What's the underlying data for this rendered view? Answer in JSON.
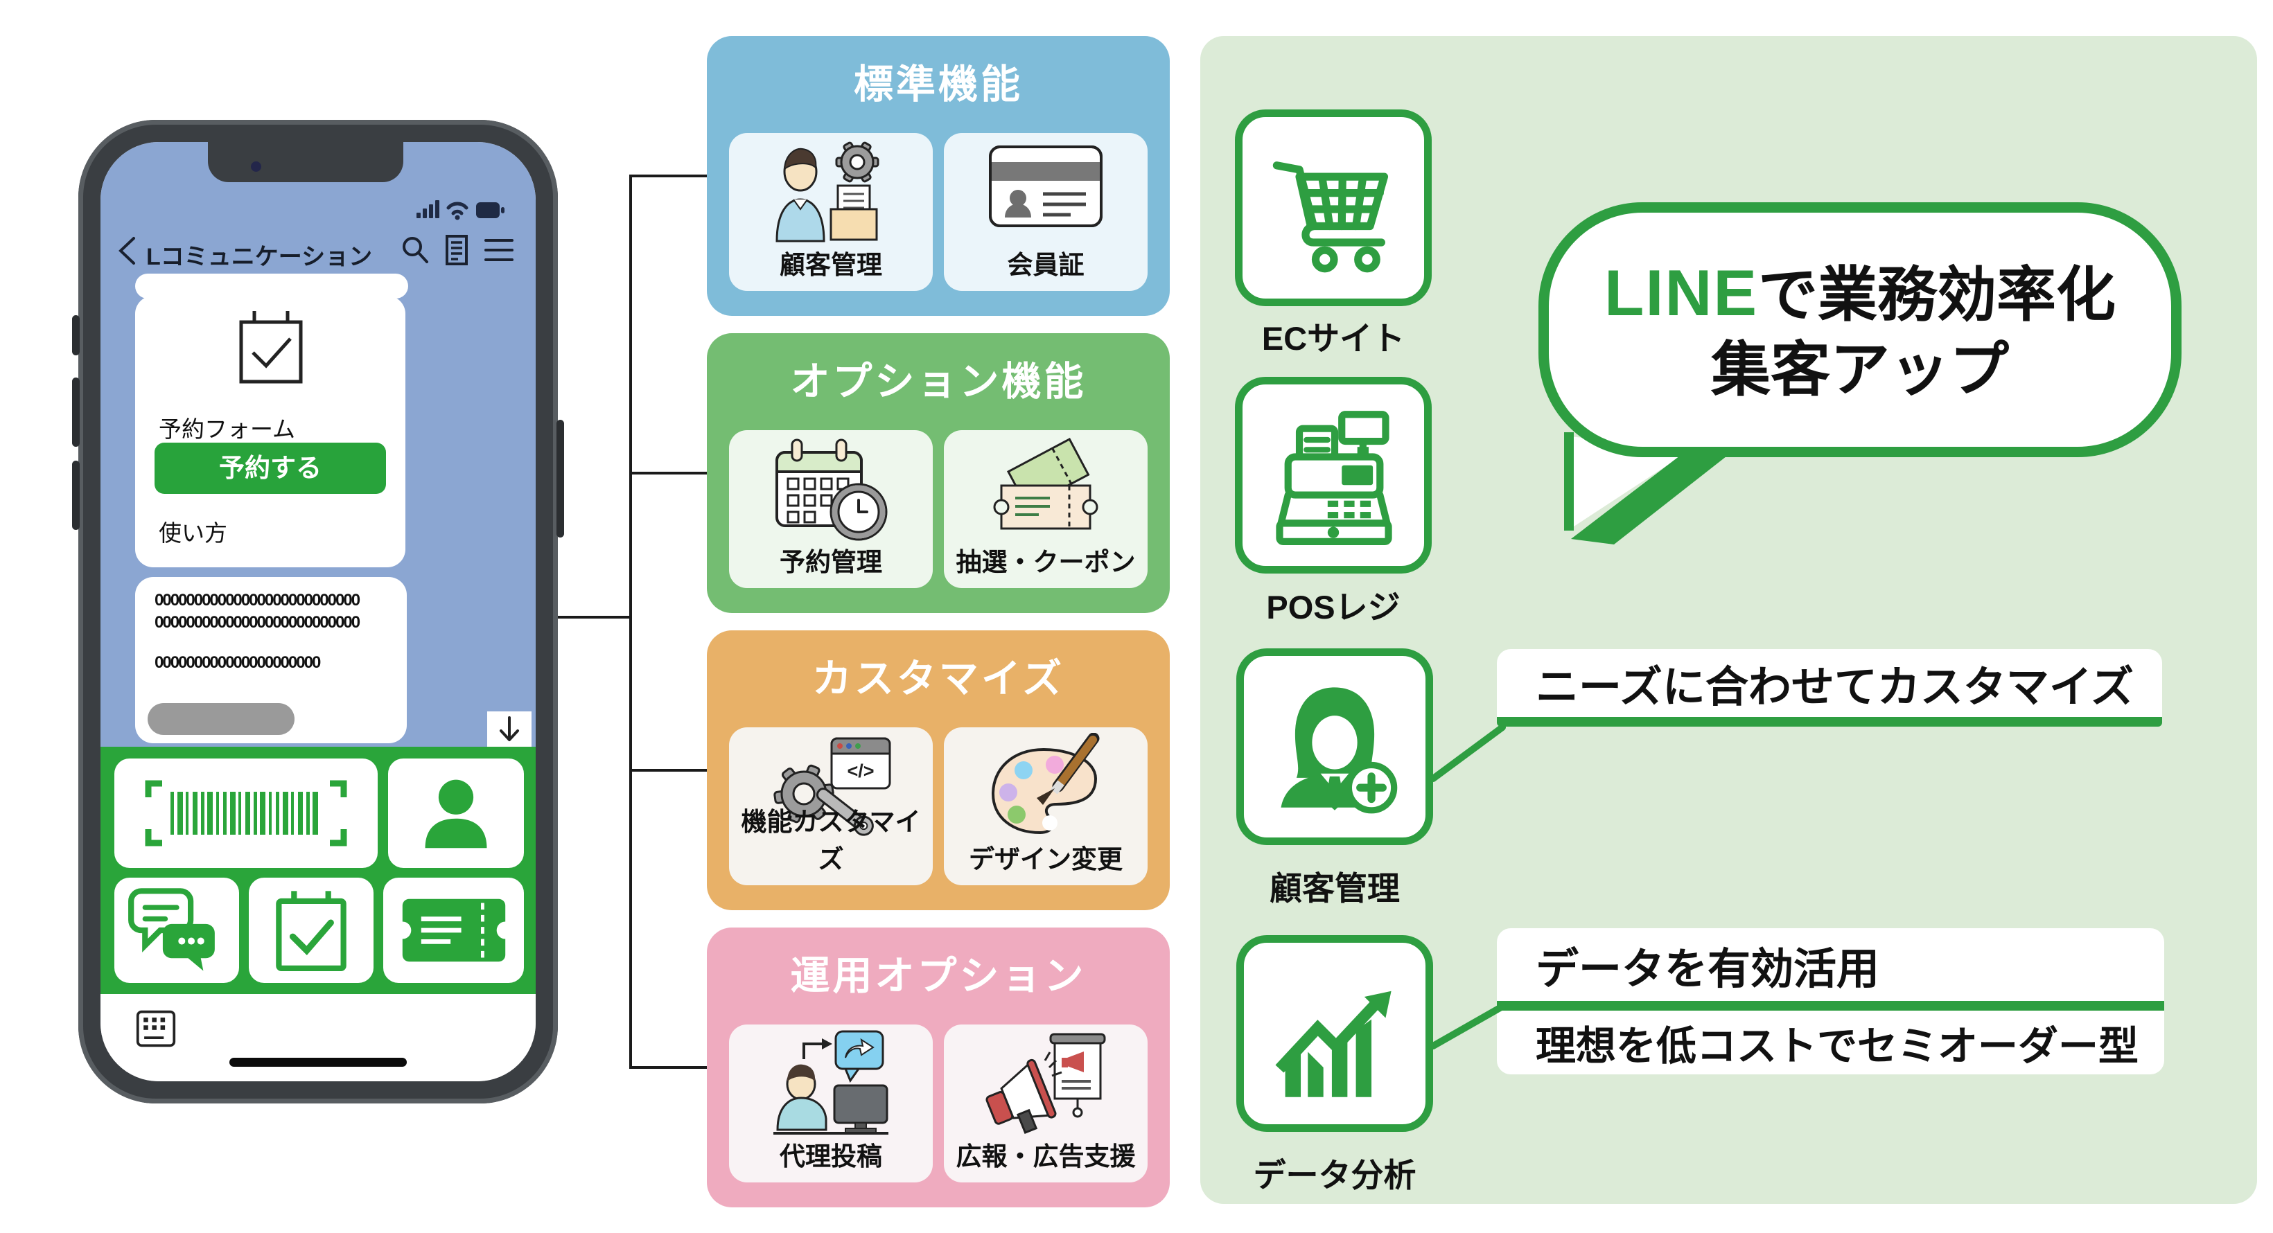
{
  "phone": {
    "header": {
      "title": "Lコミュニケーション"
    },
    "chat": {
      "form_card": {
        "title": "予約フォーム",
        "button_label": "予約する",
        "link_label": "使い方"
      },
      "message": {
        "line1": "00000000000000000000000000",
        "line2": "00000000000000000000000000",
        "line3": "000000000000000000000"
      }
    }
  },
  "feature_boxes": [
    {
      "title": "標準機能",
      "color": "#7fbcd9",
      "items": [
        {
          "label": "顧客管理",
          "icon": "customer-management-icon"
        },
        {
          "label": "会員証",
          "icon": "membership-card-icon"
        }
      ]
    },
    {
      "title": "オプション機能",
      "color": "#74bd72",
      "items": [
        {
          "label": "予約管理",
          "icon": "reservation-calendar-icon"
        },
        {
          "label": "抽選・クーポン",
          "icon": "lottery-coupon-icon"
        }
      ]
    },
    {
      "title": "カスタマイズ",
      "color": "#e8b168",
      "items": [
        {
          "label": "機能カスタマイズ",
          "icon": "function-customize-icon"
        },
        {
          "label": "デザイン変更",
          "icon": "design-change-icon"
        }
      ]
    },
    {
      "title": "運用オプション",
      "color": "#efabbf",
      "items": [
        {
          "label": "代理投稿",
          "icon": "proxy-posting-icon"
        },
        {
          "label": "広報・広告支援",
          "icon": "pr-ad-support-icon"
        }
      ]
    }
  ],
  "right_panel": {
    "items": [
      {
        "label": "ECサイト",
        "icon": "shopping-cart-icon"
      },
      {
        "label": "POSレジ",
        "icon": "cash-register-icon"
      },
      {
        "label": "顧客管理",
        "icon": "customer-add-icon"
      },
      {
        "label": "データ分析",
        "icon": "growth-chart-icon"
      }
    ],
    "bubble": {
      "brand": "LINE",
      "line1_rest": "で業務効率化",
      "line2": "集客アップ"
    },
    "banners": [
      {
        "text": "ニーズに合わせてカスタマイズ"
      },
      {
        "text": "データを有効活用"
      },
      {
        "text": "理想を低コストでセミオーダー型"
      }
    ]
  },
  "colors": {
    "line_green": "#2e9e41",
    "menu_green": "#2aa53a",
    "chat_blue": "#8ba6d2",
    "panel_bg": "#dcebd7"
  }
}
